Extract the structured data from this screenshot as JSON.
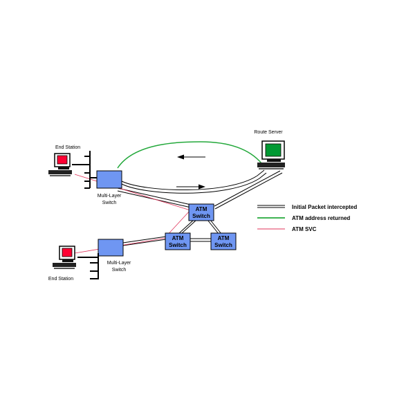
{
  "labels": {
    "end_station_top": "End Station",
    "end_station_bottom": "End Station",
    "route_server": "Route Server",
    "mls_top_line1": "Multi-Layer",
    "mls_top_line2": "Switch",
    "mls_bottom_line1": "Multi-Layer",
    "mls_bottom_line2": "Switch",
    "atm_line1": "ATM",
    "atm_line2": "Switch"
  },
  "legend": [
    {
      "style": "double",
      "label": "Initial Packet intercepted"
    },
    {
      "style": "green",
      "label": "ATM address returned"
    },
    {
      "style": "red",
      "label": "ATM SVC"
    }
  ],
  "colors": {
    "switch_fill": "#6f96f2",
    "green_path": "#22a83a",
    "svc_line": "#e0335a",
    "end_station_screen": "#ff0033",
    "route_server_screen": "#009933"
  }
}
